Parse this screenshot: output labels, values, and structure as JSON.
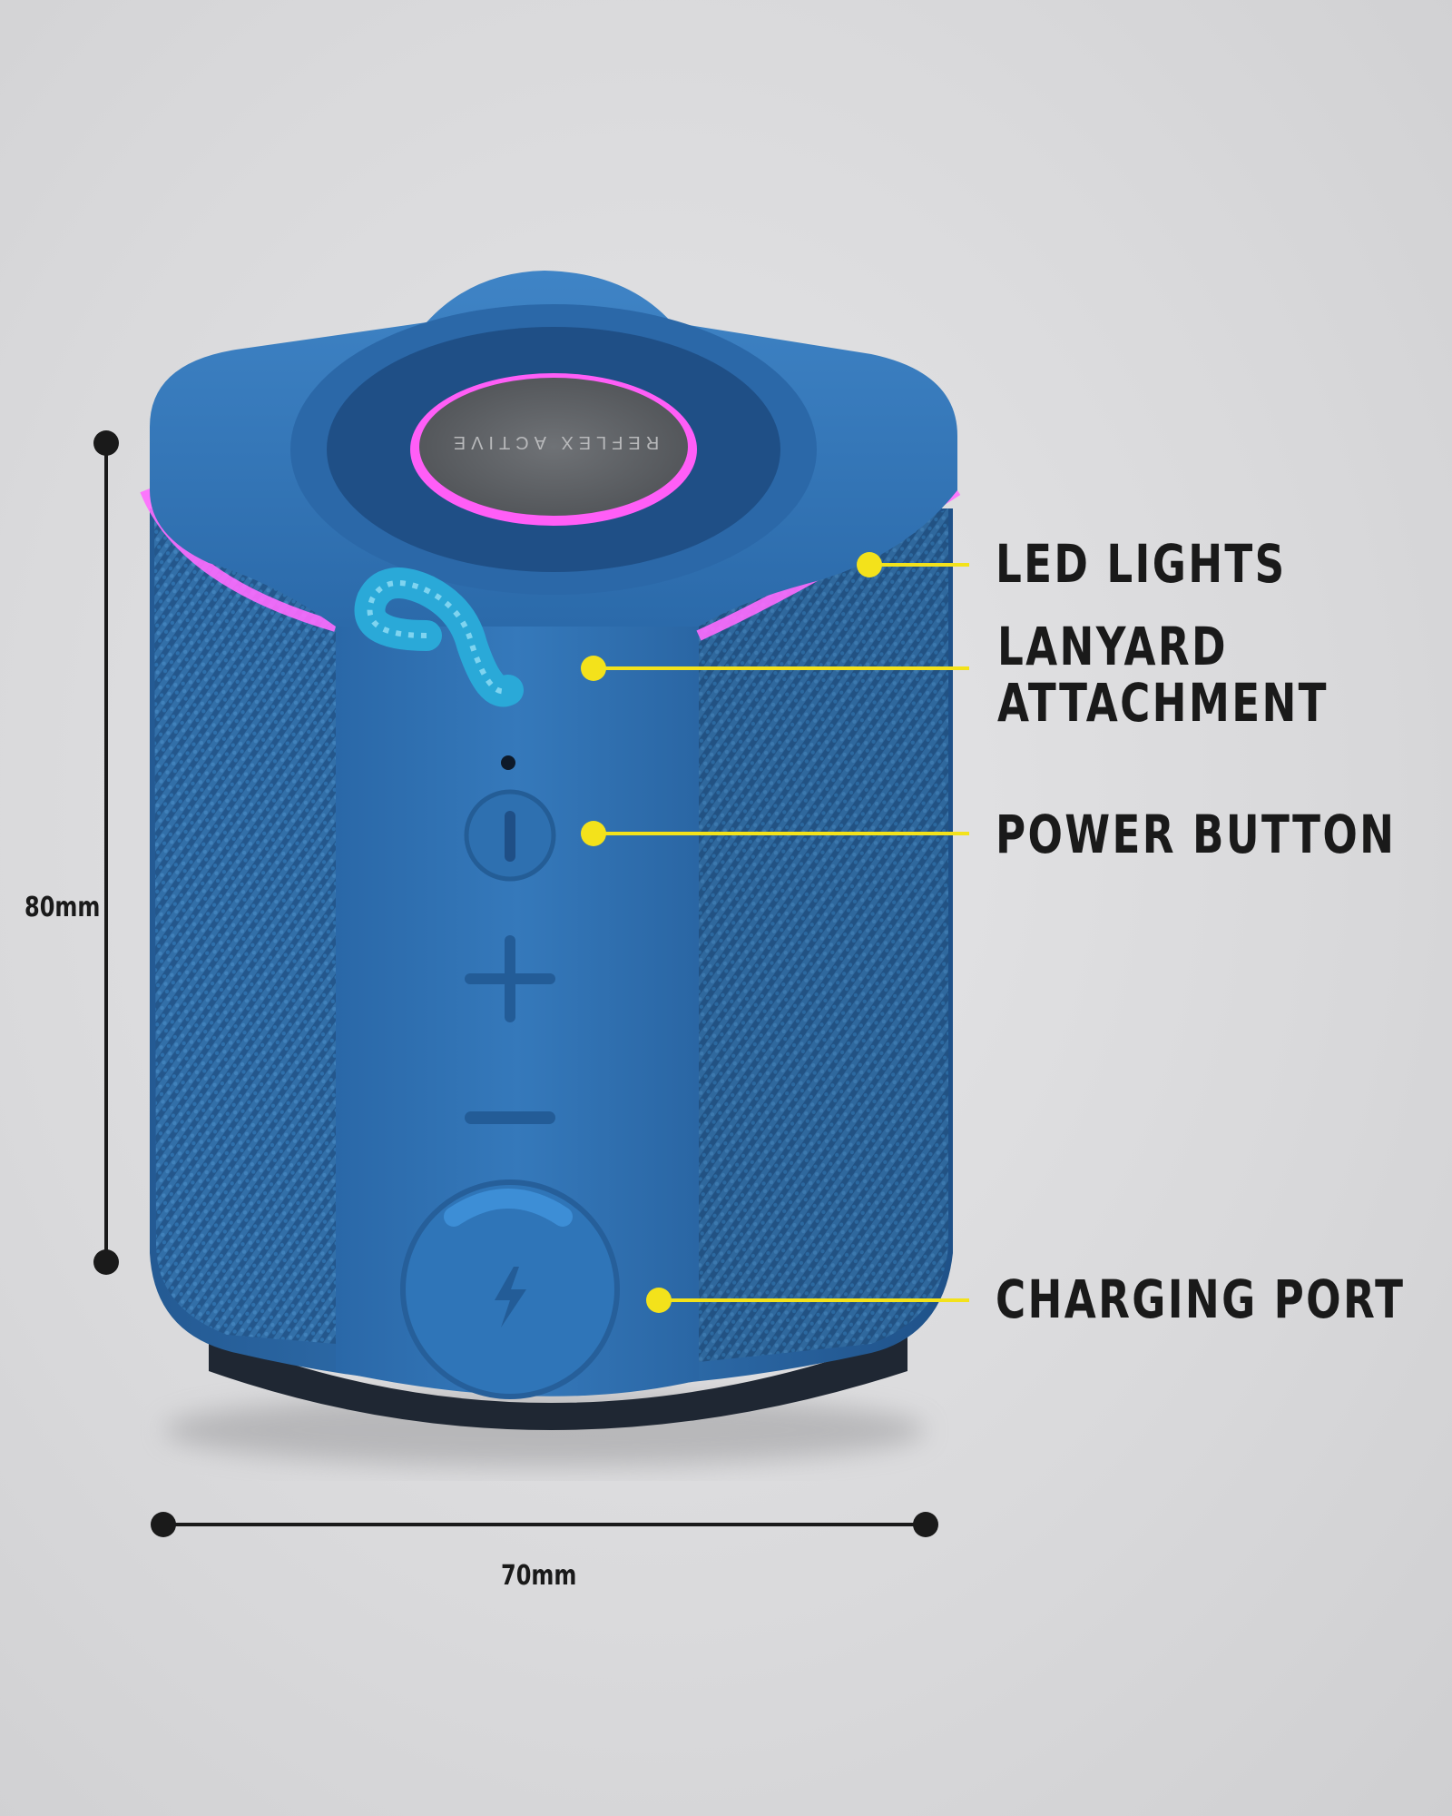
{
  "product": {
    "brand_text": "REFLEX ACTIVE",
    "body_color": "#2f6fae",
    "grille_color": "#2d6aa6",
    "led_color": "#ff66ff",
    "strap_color": "#2aa9d8"
  },
  "callouts": [
    {
      "id": "led",
      "line1": "LED LIGHTS",
      "line2": ""
    },
    {
      "id": "lanyard",
      "line1": "LANYARD",
      "line2": "ATTACHMENT"
    },
    {
      "id": "power",
      "line1": "POWER BUTTON",
      "line2": ""
    },
    {
      "id": "charging",
      "line1": "CHARGING PORT",
      "line2": ""
    }
  ],
  "callout_color": "#f3e21b",
  "dimensions": {
    "height_label": "80mm",
    "width_label": "70mm"
  },
  "icons": [
    "power-icon",
    "plus-icon",
    "minus-icon",
    "lightning-icon"
  ]
}
